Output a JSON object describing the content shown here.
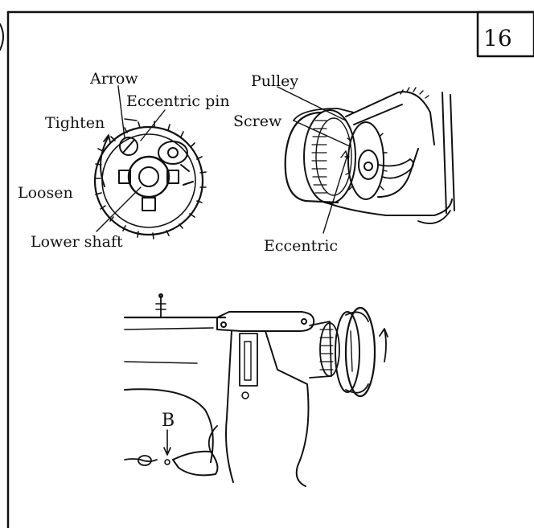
{
  "page_number": "16",
  "labels": {
    "arrow": "Arrow",
    "eccentric_pin": "Eccentric pin",
    "tighten": "Tighten",
    "loosen": "Loosen",
    "lower_shaft": "Lower shaft",
    "pulley": "Pulley",
    "screw": "Screw",
    "eccentric": "Eccentric",
    "b": "B"
  }
}
